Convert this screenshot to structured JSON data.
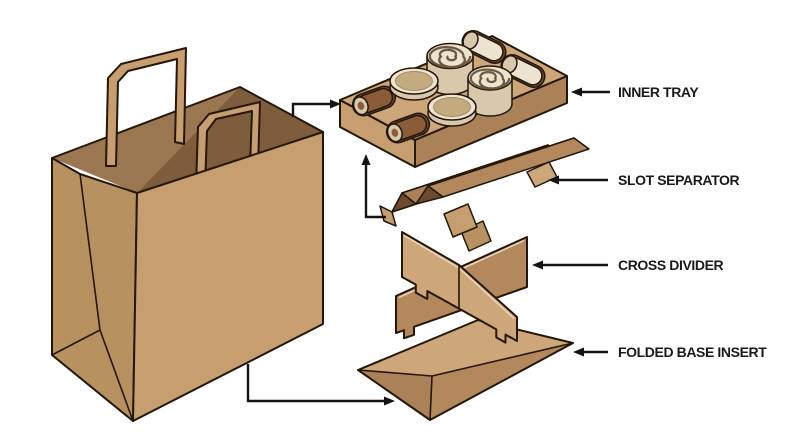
{
  "diagram": {
    "labels": [
      {
        "id": "inner-tray",
        "text": "INNER TRAY"
      },
      {
        "id": "slot-separator",
        "text": "SLOT SEPARATOR"
      },
      {
        "id": "cross-divider",
        "text": "CROSS DIVIDER"
      },
      {
        "id": "folded-base-insert",
        "text": "FOLDED BASE INSERT"
      }
    ]
  },
  "colors": {
    "background": "#ffffff",
    "outline": "#241709",
    "kraft": "#c79e6f",
    "kraft_dark": "#b89161",
    "kraft_top": "#cda67a",
    "kraft_deep": "#ab8157",
    "kraft_mid": "#b3885c",
    "inside_light": "#9b7751",
    "inside_dark": "#7e5d3c",
    "slot_dark": "#6b4a2e",
    "roll_brown": "#8a5c38",
    "cream": "#ece3d0",
    "cream_shadow": "#d8c9ad",
    "disc_top": "#c3ab7f",
    "arrow": "#141414",
    "label_text": "#1a1a1a"
  }
}
